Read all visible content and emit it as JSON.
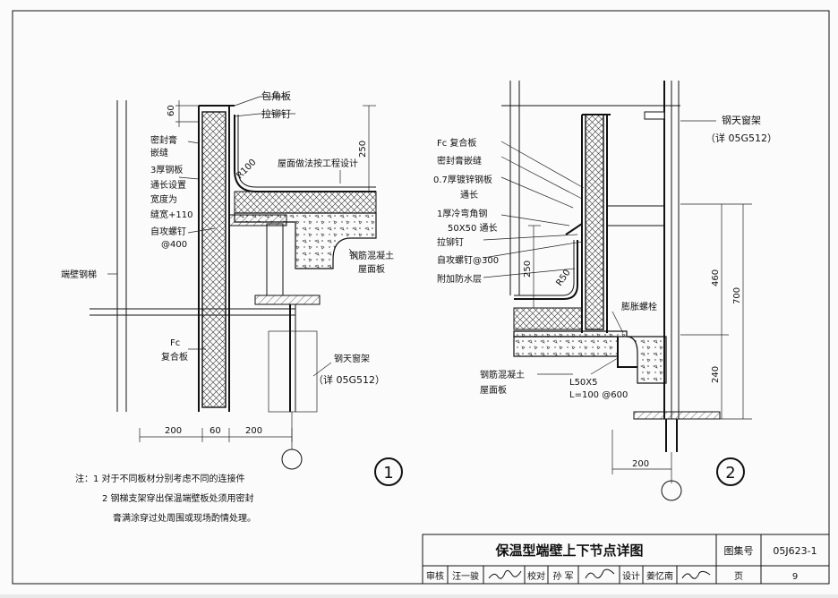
{
  "drawing": {
    "left_detail": {
      "number": "1",
      "labels": {
        "corner_plate": "包角板",
        "rivet": "拉铆钉",
        "dim_60": "60",
        "sealant_1": "密封膏",
        "sealant_2": "嵌缝",
        "steel_plate_1": "3厚钢板",
        "steel_plate_2": "通长设置",
        "steel_plate_3": "宽度为",
        "steel_plate_4": "缝宽+110",
        "screw": "自攻螺钉",
        "screw_spacing": "@400",
        "radius": "R100",
        "roof_design": "屋面做法按工程设计",
        "dim_250": "250",
        "concrete_1": "钢筋混凝土",
        "concrete_2": "屋面板",
        "end_wall_ladder": "端壁钢梯",
        "fc_1": "Fc",
        "fc_2": "复合板",
        "skylight_1": "钢天窗架",
        "skylight_2": "（详 05G512）",
        "dim_200a": "200",
        "dim_60b": "60",
        "dim_200b": "200"
      }
    },
    "right_detail": {
      "number": "2",
      "labels": {
        "fc_panel": "Fc 复合板",
        "sealant": "密封膏嵌缝",
        "galv_plate_1": "0.7厚镀锌钢板",
        "galv_plate_2": "通长",
        "cold_angle_1": "1厚冷弯角钢",
        "cold_angle_2": "50X50 通长",
        "rivet": "拉铆钉",
        "screw": "自攻螺钉@300",
        "waterproof": "附加防水层",
        "dim_250": "250",
        "radius": "R50",
        "concrete_1": "钢筋混凝土",
        "concrete_2": "屋面板",
        "angle_1": "L50X5",
        "angle_2": "L=100 @600",
        "expansion_bolt": "膨胀螺栓",
        "skylight_1": "钢天窗架",
        "skylight_2": "（详 05G512）",
        "dim_460": "460",
        "dim_700": "700",
        "dim_240": "240",
        "dim_200": "200"
      }
    },
    "notes": {
      "line1": "注：1  对于不同板材分别考虑不同的连接件",
      "line2": "2  钢梯支架穿出保温端壁板处须用密封",
      "line3": "膏满涂穿过处周围或现场酌情处理。"
    }
  },
  "title_block": {
    "title": "保温型端壁上下节点详图",
    "atlas_label": "图集号",
    "atlas_no": "05J623-1",
    "review_label": "审核",
    "reviewer": "汪一骏",
    "reviewer_sign": "汪一骏",
    "check_label": "校对",
    "checker": "孙 军",
    "checker_sign": "孙军",
    "design_label": "设计",
    "designer": "姜忆南",
    "designer_sign": "姜忆南",
    "page_label": "页",
    "page_no": "9"
  }
}
